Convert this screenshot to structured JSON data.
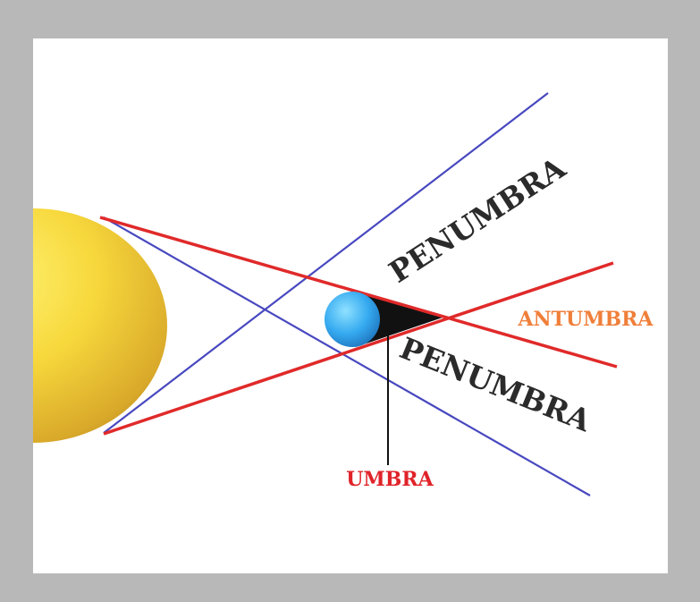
{
  "labels": {
    "penumbra_upper": "PENUMBRA",
    "penumbra_lower": "PENUMBRA",
    "antumbra": "ANTUMBRA",
    "umbra": "UMBRA"
  },
  "colors": {
    "frame": "#b7b8b7",
    "panel": "#ffffff",
    "sun": "#f2cf3a",
    "planet": "#3aa9ee",
    "umbra_cone": "#111111",
    "red_line": "#e02a2a",
    "blue_line": "#4848c0",
    "penumbra_text": "#2b2b2b",
    "antumbra_text": "#f07f3a",
    "umbra_text": "#e0232a"
  }
}
